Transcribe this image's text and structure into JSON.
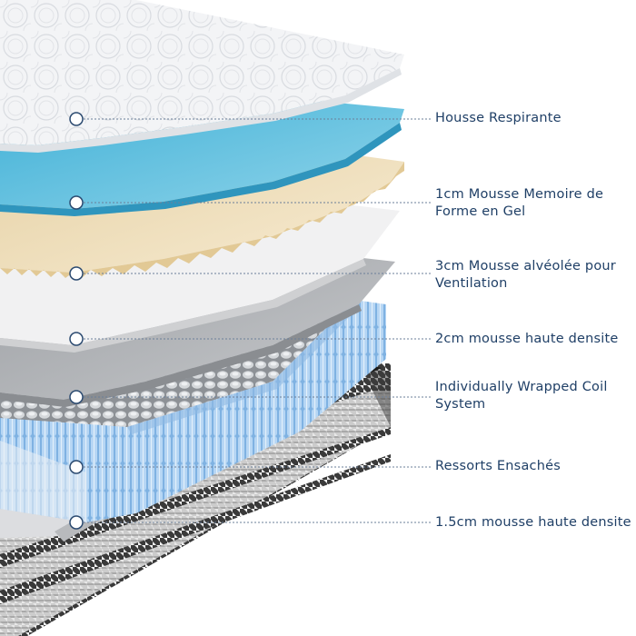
{
  "layers": [
    {
      "lines": [
        "Housse Respirante"
      ]
    },
    {
      "lines": [
        "1cm  Mousse  Memoire de",
        "Forme en Gel"
      ]
    },
    {
      "lines": [
        "3cm Mousse alvéolée pour",
        "Ventilation"
      ]
    },
    {
      "lines": [
        "2cm mousse haute densite"
      ]
    },
    {
      "lines": [
        "Individually Wrapped Coil",
        "System"
      ]
    },
    {
      "lines": [
        "Ressorts Ensachés"
      ]
    },
    {
      "lines": [
        "1.5cm mousse haute densite"
      ]
    }
  ],
  "colors": {
    "label_text": "#1f3f66",
    "leader_line": "#6b7f99",
    "gel_foam": "#5fc0dd",
    "memory_foam": "#efdcb8",
    "coil_blue": "#a9cdf0",
    "coil_gray": "#c6c9cc",
    "base_border": "#5a5a5a"
  }
}
